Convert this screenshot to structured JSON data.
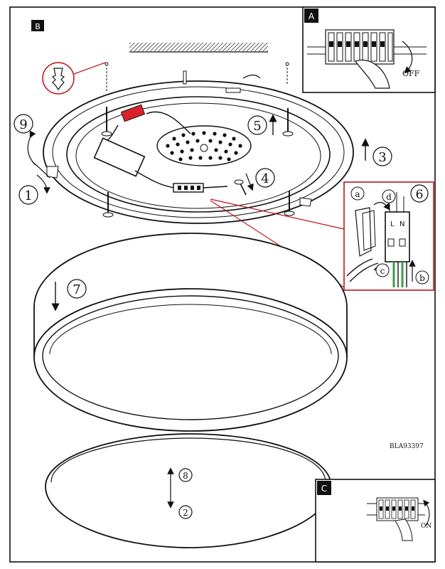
{
  "panels": {
    "main_marker": "B",
    "top_right_marker": "A",
    "bottom_right_marker": "C"
  },
  "labels": {
    "off": "OFF",
    "on": "ON",
    "model_code": "BLA93397"
  },
  "steps": {
    "s1": "1",
    "s2": "2",
    "s3": "3",
    "s4": "4",
    "s5": "5",
    "s6": "6",
    "s7": "7",
    "s8": "8",
    "s9": "9"
  },
  "detail": {
    "a": "a",
    "b": "b",
    "c": "c",
    "d": "d",
    "terminal_L": "L",
    "terminal_N": "N"
  },
  "colors": {
    "line": "#111111",
    "callout": "#c0141c",
    "wire_red": "#d8232a",
    "wire_green": "#3aa04a"
  }
}
